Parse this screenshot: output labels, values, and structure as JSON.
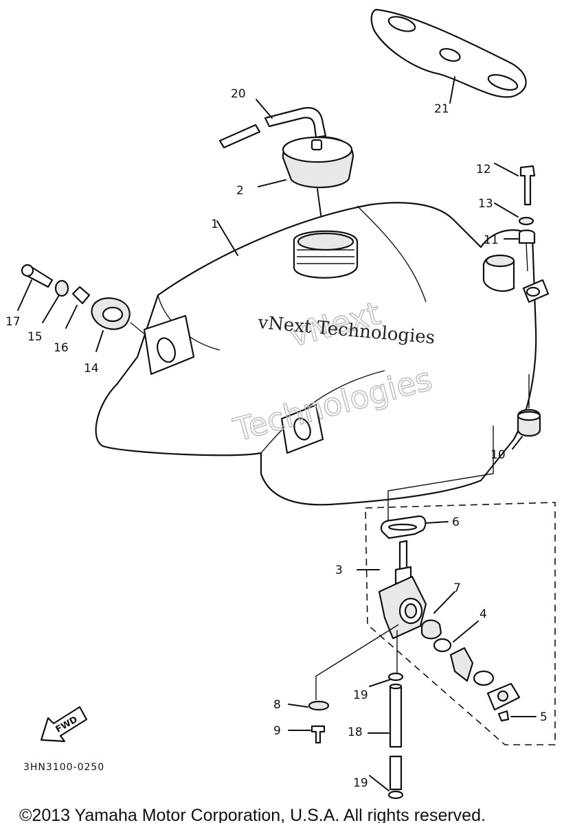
{
  "labels": {
    "p1": "1",
    "p2": "2",
    "p3": "3",
    "p4": "4",
    "p5": "5",
    "p6": "6",
    "p7": "7",
    "p8": "8",
    "p9": "9",
    "p10": "10",
    "p11": "11",
    "p12": "12",
    "p13": "13",
    "p14": "14",
    "p15": "15",
    "p16": "16",
    "p17": "17",
    "p18": "18",
    "p19a": "19",
    "p19b": "19",
    "p20": "20",
    "p21": "21"
  },
  "fwd_label": "FWD",
  "diagram_code": "3HN3100-0250",
  "watermark": {
    "line": "vNext Technologies",
    "outline_top": "vNext",
    "outline_bottom": "Technologies"
  },
  "copyright": "©2013 Yamaha Motor Corporation, U.S.A. All rights reserved."
}
